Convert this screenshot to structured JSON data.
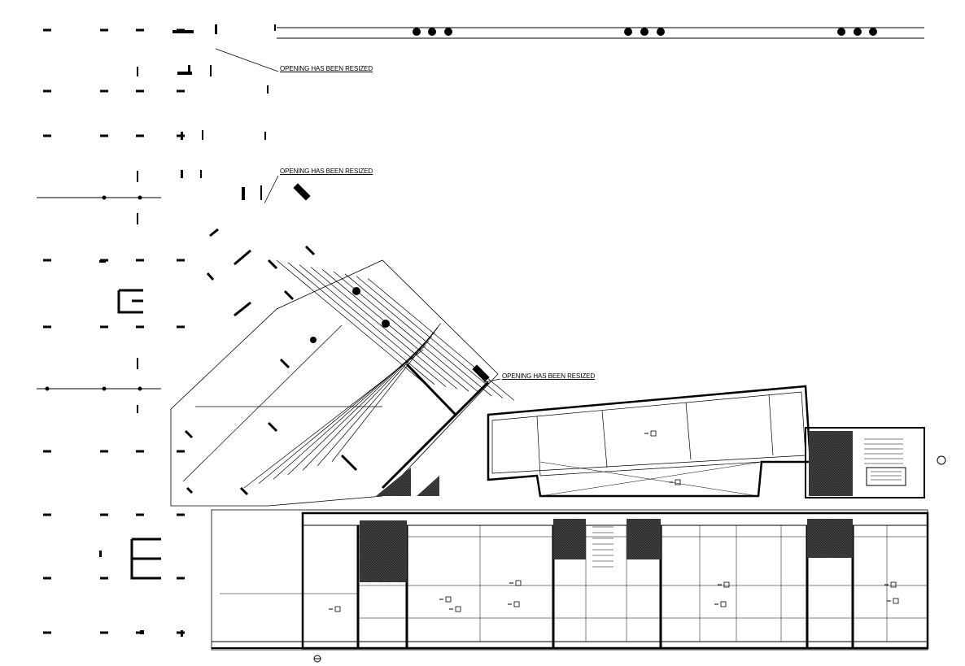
{
  "annotations": [
    {
      "id": "note-1",
      "text": "OPENING HAS BEEN RESIZED"
    },
    {
      "id": "note-2",
      "text": "OPENING HAS BEEN RESIZED"
    },
    {
      "id": "note-3",
      "text": "OPENING HAS BEEN RESIZED"
    }
  ],
  "colors": {
    "line": "#000000",
    "hatch": "#333333",
    "background": "#ffffff"
  },
  "drawing": {
    "type": "architectural-floor-plan"
  }
}
